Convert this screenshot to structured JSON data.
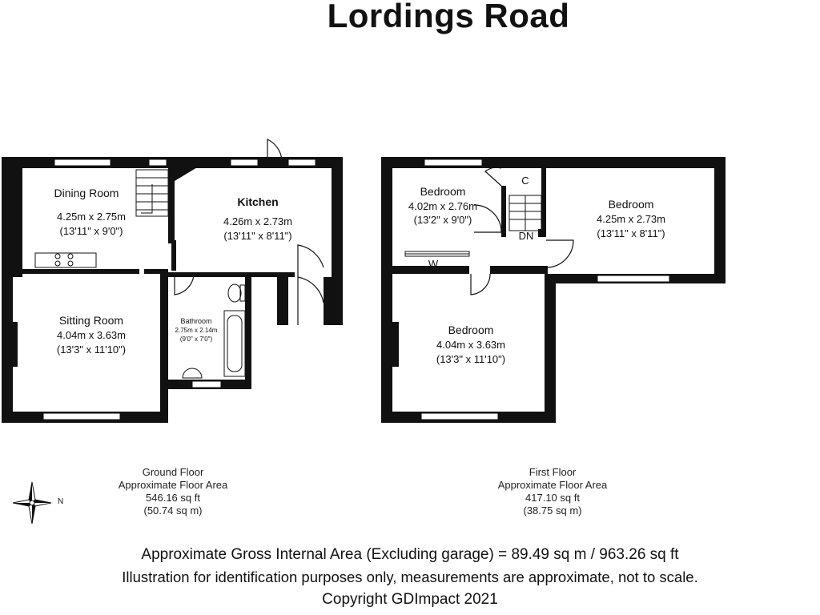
{
  "title": "Lordings Road",
  "ground_floor": {
    "rooms": {
      "dining": {
        "name": "Dining Room",
        "metric": "4.25m x 2.75m",
        "imperial": "(13'11\" x 9'0\")"
      },
      "kitchen": {
        "name": "Kitchen",
        "metric": "4.26m x 2.73m",
        "imperial": "(13'11\" x 8'11\")"
      },
      "sitting": {
        "name": "Sitting Room",
        "metric": "4.04m x 3.63m",
        "imperial": "(13'3\" x 11'10\")"
      },
      "bathroom": {
        "name": "Bathroom",
        "metric": "2.75m x 2.14m",
        "imperial": "(9'0\" x 7'0\")"
      }
    },
    "area": {
      "floor": "Ground Floor",
      "label": "Approximate Floor Area",
      "sqft": "546.16 sq ft",
      "sqm": "(50.74 sq m)"
    }
  },
  "first_floor": {
    "rooms": {
      "bed1": {
        "name": "Bedroom",
        "metric": "4.02m x 2.76m",
        "imperial": "(13'2\" x 9'0\")"
      },
      "bed2": {
        "name": "Bedroom",
        "metric": "4.25m x 2.73m",
        "imperial": "(13'11\" x 8'11\")"
      },
      "bed3": {
        "name": "Bedroom",
        "metric": "4.04m x 3.63m",
        "imperial": "(13'3\" x 11'10\")"
      }
    },
    "labels": {
      "cupboard": "C",
      "wardrobe": "W",
      "stairs_down": "DN"
    },
    "area": {
      "floor": "First Floor",
      "label": "Approximate Floor Area",
      "sqft": "417.10 sq ft",
      "sqm": "(38.75 sq m)"
    }
  },
  "compass": {
    "north_label": "N"
  },
  "footer": {
    "gross_area": "Approximate Gross Internal Area (Excluding garage) = 89.49 sq m / 963.26 sq ft",
    "disclaimer": "Illustration for identification purposes only, measurements are approximate, not to scale.",
    "copyright": "Copyright GDImpact 2021"
  },
  "colors": {
    "wall": "#111111",
    "window": "#ffffff",
    "background": "#ffffff"
  }
}
